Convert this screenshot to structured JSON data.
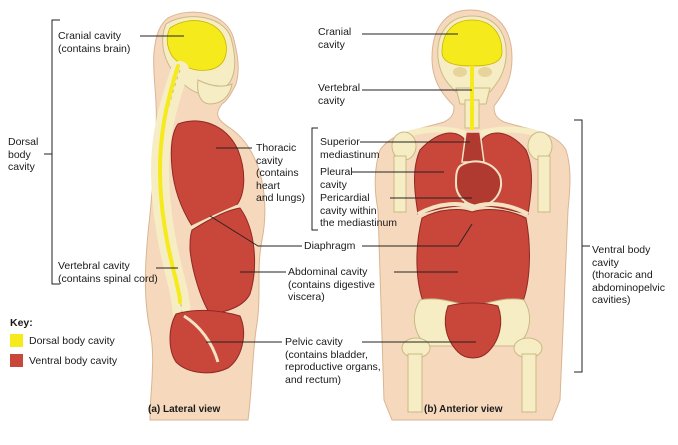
{
  "colors": {
    "dorsal": "#f5ea1c",
    "ventral": "#c8463a",
    "skin": "#f6d9bd",
    "skin_edge": "#d9b592",
    "bone": "#f7edc4",
    "bone_edge": "#c9b984",
    "muscle_dark": "#8f2a22",
    "line": "#222222"
  },
  "labels": {
    "cranial_lateral": "Cranial cavity\n(contains brain)",
    "dorsal_body": "Dorsal\nbody\ncavity",
    "thoracic": "Thoracic\ncavity\n(contains\nheart\nand lungs)",
    "diaphragm": "Diaphragm",
    "vertebral_lateral": "Vertebral cavity\n(contains spinal cord)",
    "abdominal": "Abdominal cavity\n(contains digestive\nviscera)",
    "pelvic": "Pelvic cavity\n(contains bladder,\nreproductive organs,\nand rectum)",
    "cranial_anterior": "Cranial\ncavity",
    "vertebral_anterior": "Vertebral\ncavity",
    "superior_mediastinum": "Superior\nmediastinum",
    "pleural": "Pleural\ncavity",
    "pericardial": "Pericardial\ncavity within\nthe mediastinum",
    "ventral_body": "Ventral body\ncavity\n(thoracic and\nabdominopelvic\ncavities)"
  },
  "key": {
    "title": "Key:",
    "dorsal": "Dorsal body cavity",
    "ventral": "Ventral body cavity"
  },
  "captions": {
    "lateral": "(a)  Lateral view",
    "anterior": "(b)  Anterior view"
  }
}
